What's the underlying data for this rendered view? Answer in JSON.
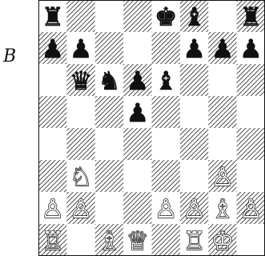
{
  "diagram_label": "B",
  "board": {
    "files": 8,
    "ranks": 8,
    "pieces": [
      {
        "square": "a8",
        "piece": "rook",
        "color": "black",
        "icon": "black-rook-icon"
      },
      {
        "square": "e8",
        "piece": "king",
        "color": "black",
        "icon": "black-king-icon"
      },
      {
        "square": "f8",
        "piece": "bishop",
        "color": "black",
        "icon": "black-bishop-icon"
      },
      {
        "square": "h8",
        "piece": "rook",
        "color": "black",
        "icon": "black-rook-icon"
      },
      {
        "square": "a7",
        "piece": "pawn",
        "color": "black",
        "icon": "black-pawn-icon"
      },
      {
        "square": "b7",
        "piece": "pawn",
        "color": "black",
        "icon": "black-pawn-icon"
      },
      {
        "square": "f7",
        "piece": "pawn",
        "color": "black",
        "icon": "black-pawn-icon"
      },
      {
        "square": "g7",
        "piece": "pawn",
        "color": "black",
        "icon": "black-pawn-icon"
      },
      {
        "square": "h7",
        "piece": "pawn",
        "color": "black",
        "icon": "black-pawn-icon"
      },
      {
        "square": "b6",
        "piece": "queen",
        "color": "black",
        "icon": "black-queen-icon"
      },
      {
        "square": "c6",
        "piece": "knight",
        "color": "black",
        "icon": "black-knight-icon"
      },
      {
        "square": "d6",
        "piece": "pawn",
        "color": "black",
        "icon": "black-pawn-icon"
      },
      {
        "square": "e6",
        "piece": "bishop",
        "color": "black",
        "icon": "black-bishop-icon"
      },
      {
        "square": "d5",
        "piece": "pawn",
        "color": "black",
        "icon": "black-pawn-icon"
      },
      {
        "square": "b3",
        "piece": "knight",
        "color": "white",
        "icon": "white-knight-icon"
      },
      {
        "square": "g3",
        "piece": "pawn",
        "color": "white",
        "icon": "white-pawn-icon"
      },
      {
        "square": "a2",
        "piece": "pawn",
        "color": "white",
        "icon": "white-pawn-icon"
      },
      {
        "square": "b2",
        "piece": "pawn",
        "color": "white",
        "icon": "white-pawn-icon"
      },
      {
        "square": "e2",
        "piece": "pawn",
        "color": "white",
        "icon": "white-pawn-icon"
      },
      {
        "square": "f2",
        "piece": "pawn",
        "color": "white",
        "icon": "white-pawn-icon"
      },
      {
        "square": "g2",
        "piece": "bishop",
        "color": "white",
        "icon": "white-bishop-icon"
      },
      {
        "square": "h2",
        "piece": "pawn",
        "color": "white",
        "icon": "white-pawn-icon"
      },
      {
        "square": "a1",
        "piece": "rook",
        "color": "white",
        "icon": "white-rook-icon"
      },
      {
        "square": "c1",
        "piece": "bishop",
        "color": "white",
        "icon": "white-bishop-icon"
      },
      {
        "square": "d1",
        "piece": "queen",
        "color": "white",
        "icon": "white-queen-icon"
      },
      {
        "square": "f1",
        "piece": "rook",
        "color": "white",
        "icon": "white-rook-icon"
      },
      {
        "square": "g1",
        "piece": "king",
        "color": "white",
        "icon": "white-king-icon"
      }
    ]
  },
  "colors": {
    "ink": "#111111",
    "paper": "#ffffff"
  }
}
